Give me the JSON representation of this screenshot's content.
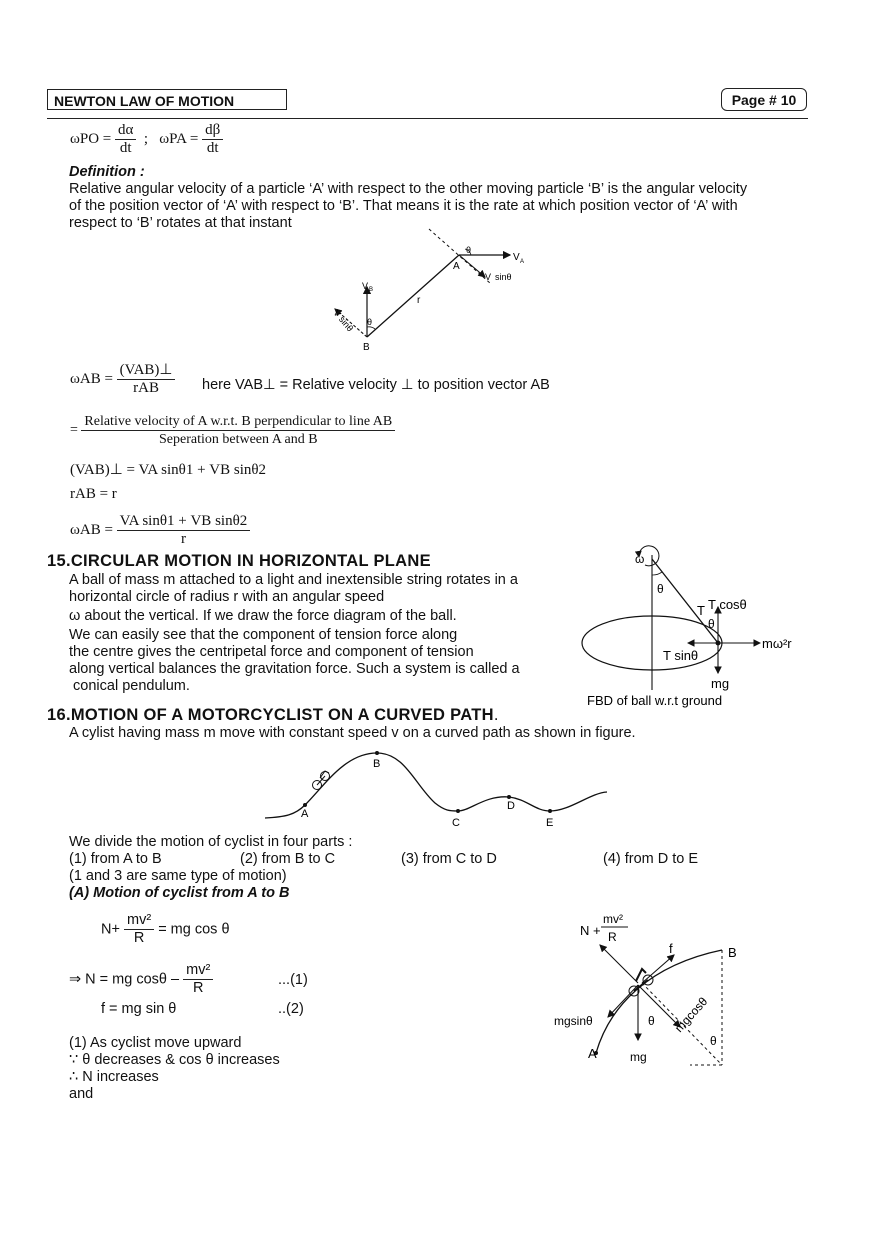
{
  "header": {
    "title": "NEWTON LAW OF MOTION",
    "page": "Page # 10"
  },
  "omega_defs": {
    "po_lhs": "ωPO =",
    "po_num": "dα",
    "po_den": "dt",
    "sep": ";",
    "pa_lhs": "ωPA =",
    "pa_num": "dβ",
    "pa_den": "dt"
  },
  "definition": {
    "heading": "Definition :",
    "lines": [
      "Relative angular velocity of a particle ‘A’ with respect to the other moving particle ‘B’ is the angular velocity",
      "of the position vector of ‘A’ with respect to ‘B’. That means it is the rate at which position vector of ‘A’ with",
      "respect to ‘B’ rotates at that instant"
    ]
  },
  "fig1": {
    "A": "A",
    "B": "B",
    "r": "r",
    "VA": "V",
    "VA_sub": "A",
    "VB": "V",
    "VB_sub": "B",
    "VAsin": "V",
    "VAsin_rest": "sinθ",
    "VBsin": "V sinθ",
    "th1": "θ",
    "th2": "θ"
  },
  "omega_ab": {
    "lhs": "ωAB =",
    "num": "(VAB)⊥",
    "den": "rAB",
    "here": "here  VAB⊥ =  Relative velocity  ⊥  to position vector AB",
    "eq2_num": "Relative velocity of A w.r.t. B perpendicular to line AB",
    "eq2_den": "Seperation between A and B",
    "eq3": "(VAB)⊥ = VA sinθ1 + VB sinθ2",
    "eq4": "rAB = r",
    "eq5_lhs": "ωAB =",
    "eq5_num": "VA sinθ1 + VB sinθ2",
    "eq5_den": "r"
  },
  "sec15": {
    "title": "15.CIRCULAR MOTION IN HORIZONTAL PLANE",
    "lines": [
      "A ball of mass m attached to a light and inextensible string rotates in a",
      "horizontal circle of radius r with an angular speed",
      "ω about the vertical. If we draw the force diagram of the ball.",
      "We can easily see that the component of tension force along",
      "the centre gives the centripetal force and component of tension",
      "along vertical balances the gravitation force. Such a system is called a",
      " conical pendulum."
    ],
    "fig": {
      "omega": "ω",
      "theta": "θ",
      "theta2": "θ",
      "T": "T",
      "Tcos": "T cosθ",
      "Tsin": "T sinθ",
      "mw2r": "mω²r",
      "mg": "mg",
      "caption": "FBD of ball w.r.t ground"
    }
  },
  "sec16": {
    "title": "16.MOTION OF A MOTORCYCLIST ON A CURVED PATH",
    "title_dot": ".",
    "intro": "A cylist having mass m move with constant speed v on a curved path as shown in figure.",
    "path_labels": {
      "A": "A",
      "B": "B",
      "C": "C",
      "D": "D",
      "E": "E"
    },
    "divide": "We divide the motion of cyclist in four parts :",
    "parts": [
      "(1) from A to B",
      "(2) from B to C",
      "(3) from C to D",
      "(4) from D to E"
    ],
    "same": "(1 and 3 are same type of motion)",
    "subhead": "(A)  Motion of cyclist from A to B",
    "eqA_lhs": "N+",
    "eqA_num": "mv²",
    "eqA_den": "R",
    "eqA_rhs": "= mg cos θ",
    "eqB_pre": "⇒   N = mg cosθ –",
    "eqB_num": "mv²",
    "eqB_den": "R",
    "eqB_tag": "...(1)",
    "eqC": "f = mg sin θ",
    "eqC_tag": "..(2)",
    "points": [
      "(1)  As cyclist move upward",
      "∵  θ  decreases & cos θ  increases",
      "∴ N increases",
      "and"
    ],
    "fig": {
      "N": "N +",
      "Nnum": "mv²",
      "Nden": "R",
      "f": "f",
      "B": "B",
      "A": "A",
      "mgsin": "mgsinθ",
      "mgcos": "mgcosθ",
      "mg": "mg",
      "th1": "θ",
      "th2": "θ"
    }
  }
}
